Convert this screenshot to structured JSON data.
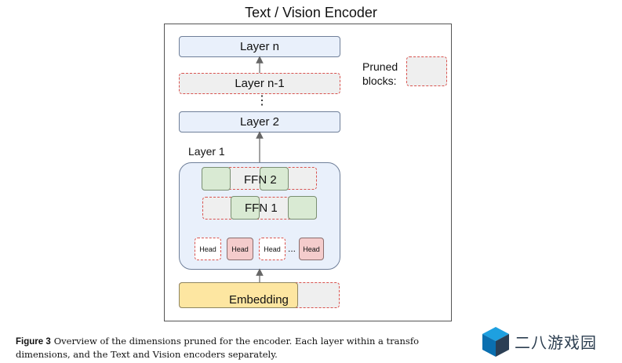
{
  "title": "Text / Vision Encoder",
  "layers": {
    "layer_n": "Layer n",
    "layer_n_minus_1": "Layer n-1",
    "ellipsis": "⋮",
    "layer_2": "Layer 2",
    "layer_1": "Layer 1"
  },
  "ffn": {
    "ffn2": "FFN 2",
    "ffn1": "FFN 1"
  },
  "heads": [
    "Head",
    "Head",
    "Head",
    "Head"
  ],
  "heads_ellipsis": "...",
  "embedding": "Embedding",
  "legend": {
    "line1": "Pruned",
    "line2": "blocks:"
  },
  "caption": {
    "figure": "Figure 3",
    "line1": "Overview of the dimensions pruned for the encoder. Each layer within a transfo",
    "line2": "dimensions, and the Text and Vision encoders separately."
  },
  "watermark": "二八游戏园",
  "colors": {
    "layer_fill": "#e9f0fb",
    "pruned_border": "#d9534f",
    "kept_ffn": "#d9ead3",
    "kept_head": "#f4cccc",
    "embedding": "#fde6a1"
  }
}
